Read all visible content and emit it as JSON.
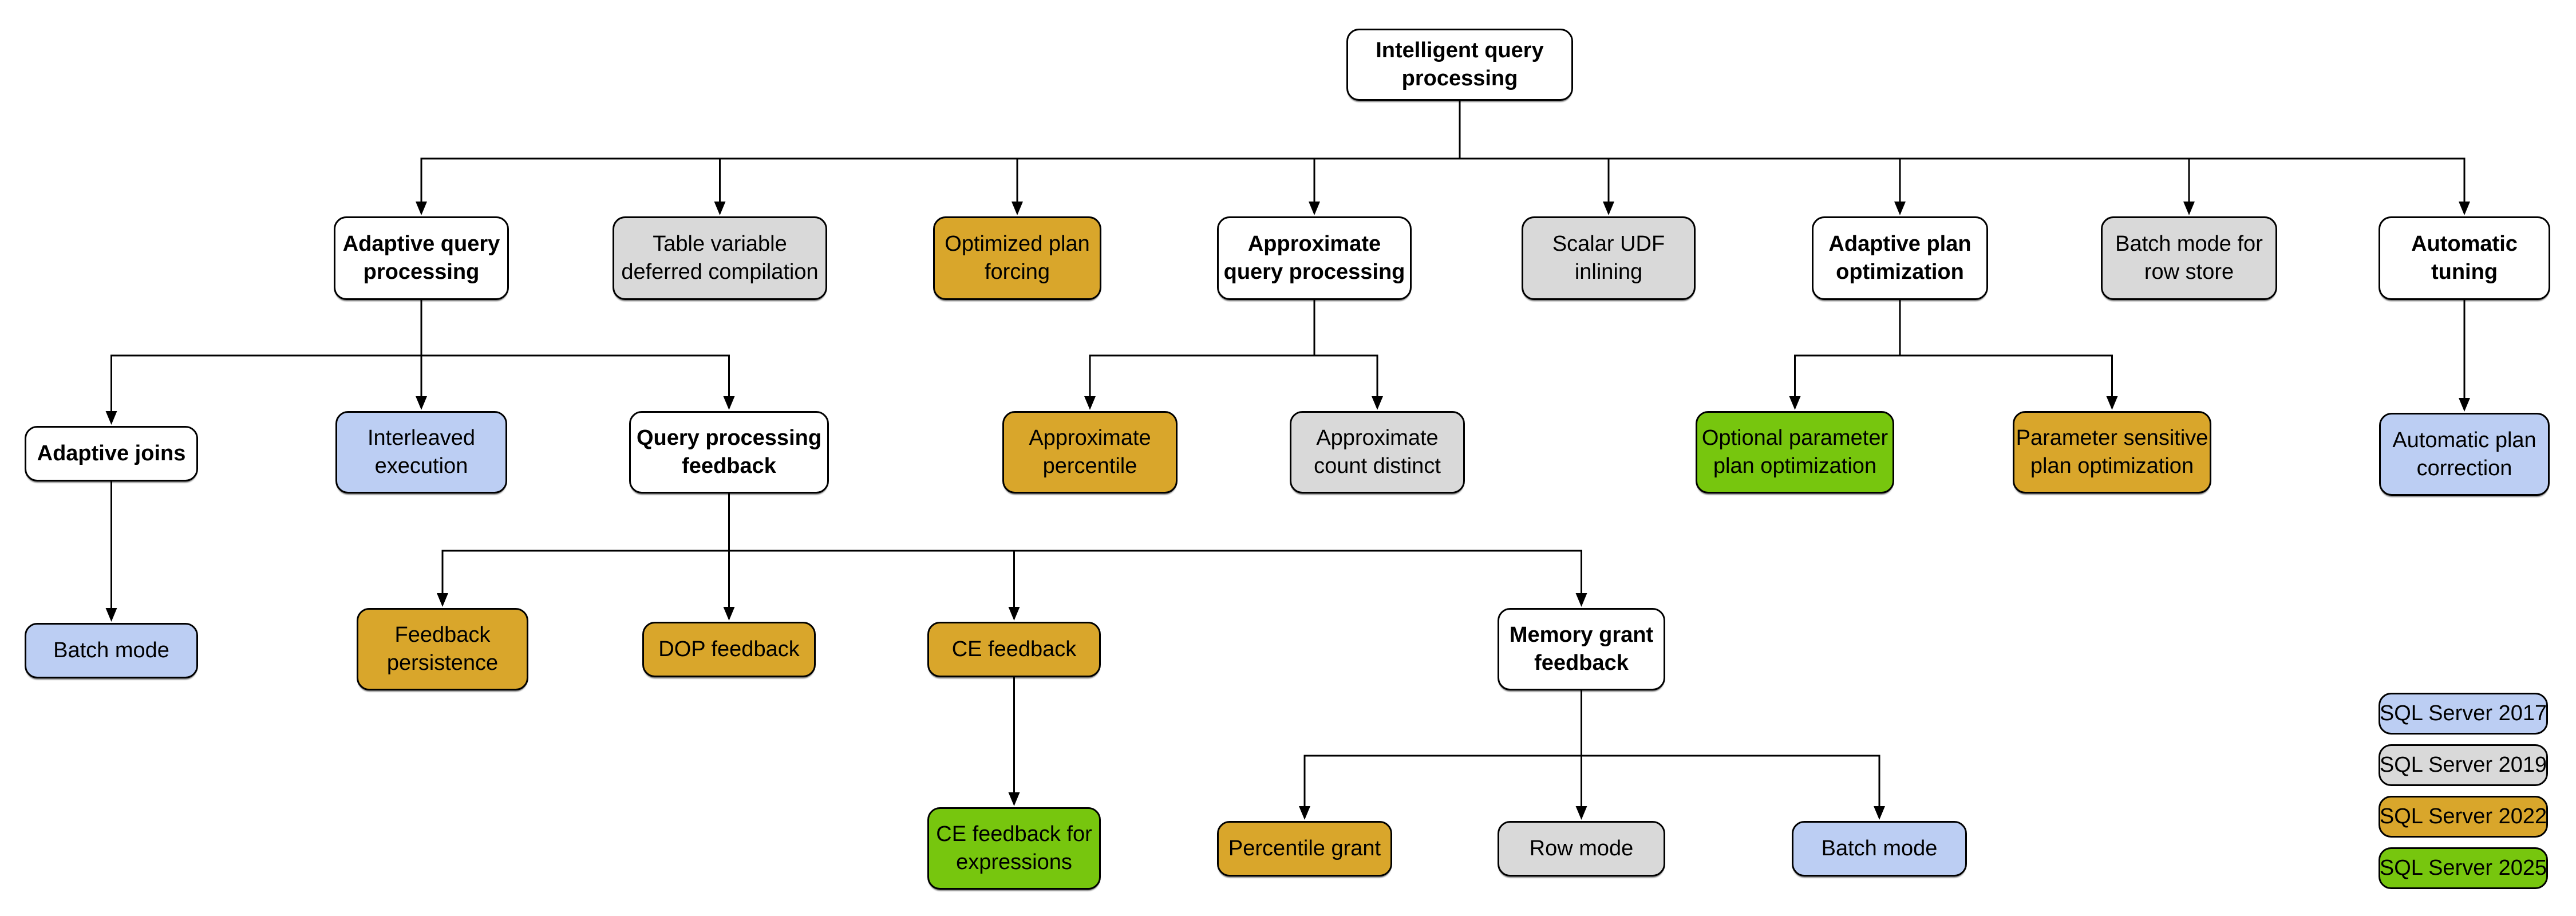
{
  "diagram_title": "Intelligent query processing",
  "colors": {
    "parent": "#ffffff",
    "2017": "#bccef3",
    "2019": "#d9d9d9",
    "2022": "#d9a62b",
    "2025": "#77c60e"
  },
  "nodes": [
    {
      "id": "intelligent-query-processing",
      "label": "Intelligent query processing",
      "lines": [
        "Intelligent query",
        "processing"
      ],
      "version": "parent"
    },
    {
      "id": "adaptive-query-processing",
      "label": "Adaptive query processing",
      "lines": [
        "Adaptive query",
        "processing"
      ],
      "version": "parent"
    },
    {
      "id": "table-variable-deferred-compilation",
      "label": "Table variable deferred compilation",
      "lines": [
        "Table variable",
        "deferred compilation"
      ],
      "version": "2019"
    },
    {
      "id": "optimized-plan-forcing",
      "label": "Optimized plan forcing",
      "lines": [
        "Optimized plan",
        "forcing"
      ],
      "version": "2022"
    },
    {
      "id": "approximate-query-processing",
      "label": "Approximate query processing",
      "lines": [
        "Approximate",
        "query processing"
      ],
      "version": "parent"
    },
    {
      "id": "scalar-udf-inlining",
      "label": "Scalar UDF inlining",
      "lines": [
        "Scalar UDF",
        "inlining"
      ],
      "version": "2019"
    },
    {
      "id": "adaptive-plan-optimization",
      "label": "Adaptive plan optimization",
      "lines": [
        "Adaptive plan",
        "optimization"
      ],
      "version": "parent"
    },
    {
      "id": "batch-mode-for-row-store",
      "label": "Batch mode for row store",
      "lines": [
        "Batch mode for",
        "row store"
      ],
      "version": "2019"
    },
    {
      "id": "automatic-tuning",
      "label": "Automatic tuning",
      "lines": [
        "Automatic",
        "tuning"
      ],
      "version": "parent"
    },
    {
      "id": "adaptive-joins",
      "label": "Adaptive joins",
      "lines": [
        "Adaptive joins"
      ],
      "version": "parent"
    },
    {
      "id": "interleaved-execution",
      "label": "Interleaved execution",
      "lines": [
        "Interleaved",
        "execution"
      ],
      "version": "2017"
    },
    {
      "id": "query-processing-feedback",
      "label": "Query processing feedback",
      "lines": [
        "Query processing",
        "feedback"
      ],
      "version": "parent"
    },
    {
      "id": "approximate-percentile",
      "label": "Approximate percentile",
      "lines": [
        "Approximate",
        "percentile"
      ],
      "version": "2022"
    },
    {
      "id": "approximate-count-distinct",
      "label": "Approximate count distinct",
      "lines": [
        "Approximate",
        "count distinct"
      ],
      "version": "2019"
    },
    {
      "id": "optional-parameter-plan-optimization",
      "label": "Optional parameter plan optimization",
      "lines": [
        "Optional parameter",
        "plan optimization"
      ],
      "version": "2025"
    },
    {
      "id": "parameter-sensitive-plan-optimization",
      "label": "Parameter sensitive plan optimization",
      "lines": [
        "Parameter sensitive",
        "plan optimization"
      ],
      "version": "2022"
    },
    {
      "id": "automatic-plan-correction",
      "label": "Automatic plan correction",
      "lines": [
        "Automatic plan",
        "correction"
      ],
      "version": "2017"
    },
    {
      "id": "batch-mode-adaptive-joins",
      "label": "Batch mode",
      "lines": [
        "Batch mode"
      ],
      "version": "2017"
    },
    {
      "id": "feedback-persistence",
      "label": "Feedback persistence",
      "lines": [
        "Feedback",
        "persistence"
      ],
      "version": "2022"
    },
    {
      "id": "dop-feedback",
      "label": "DOP feedback",
      "lines": [
        "DOP feedback"
      ],
      "version": "2022"
    },
    {
      "id": "ce-feedback",
      "label": "CE feedback",
      "lines": [
        "CE feedback"
      ],
      "version": "2022"
    },
    {
      "id": "memory-grant-feedback",
      "label": "Memory grant feedback",
      "lines": [
        "Memory grant",
        "feedback"
      ],
      "version": "parent"
    },
    {
      "id": "ce-feedback-for-expressions",
      "label": "CE feedback for expressions",
      "lines": [
        "CE feedback for",
        "expressions"
      ],
      "version": "2025"
    },
    {
      "id": "percentile-grant",
      "label": "Percentile grant",
      "lines": [
        "Percentile grant"
      ],
      "version": "2022"
    },
    {
      "id": "row-mode",
      "label": "Row mode",
      "lines": [
        "Row mode"
      ],
      "version": "2019"
    },
    {
      "id": "batch-mode-memory-grant",
      "label": "Batch mode",
      "lines": [
        "Batch mode"
      ],
      "version": "2017"
    }
  ],
  "edges": [
    {
      "from": "intelligent-query-processing",
      "to": [
        "adaptive-query-processing",
        "table-variable-deferred-compilation",
        "optimized-plan-forcing",
        "approximate-query-processing",
        "scalar-udf-inlining",
        "adaptive-plan-optimization",
        "batch-mode-for-row-store",
        "automatic-tuning"
      ]
    },
    {
      "from": "adaptive-query-processing",
      "to": [
        "adaptive-joins",
        "interleaved-execution",
        "query-processing-feedback"
      ]
    },
    {
      "from": "approximate-query-processing",
      "to": [
        "approximate-percentile",
        "approximate-count-distinct"
      ]
    },
    {
      "from": "adaptive-plan-optimization",
      "to": [
        "optional-parameter-plan-optimization",
        "parameter-sensitive-plan-optimization"
      ]
    },
    {
      "from": "automatic-tuning",
      "to": [
        "automatic-plan-correction"
      ]
    },
    {
      "from": "adaptive-joins",
      "to": [
        "batch-mode-adaptive-joins"
      ]
    },
    {
      "from": "query-processing-feedback",
      "to": [
        "feedback-persistence",
        "dop-feedback",
        "ce-feedback",
        "memory-grant-feedback"
      ]
    },
    {
      "from": "ce-feedback",
      "to": [
        "ce-feedback-for-expressions"
      ]
    },
    {
      "from": "memory-grant-feedback",
      "to": [
        "percentile-grant",
        "row-mode",
        "batch-mode-memory-grant"
      ]
    }
  ],
  "legend": [
    {
      "label": "SQL Server 2017",
      "version": "2017"
    },
    {
      "label": "SQL Server 2019",
      "version": "2019"
    },
    {
      "label": "SQL Server 2022",
      "version": "2022"
    },
    {
      "label": "SQL Server 2025",
      "version": "2025"
    }
  ]
}
